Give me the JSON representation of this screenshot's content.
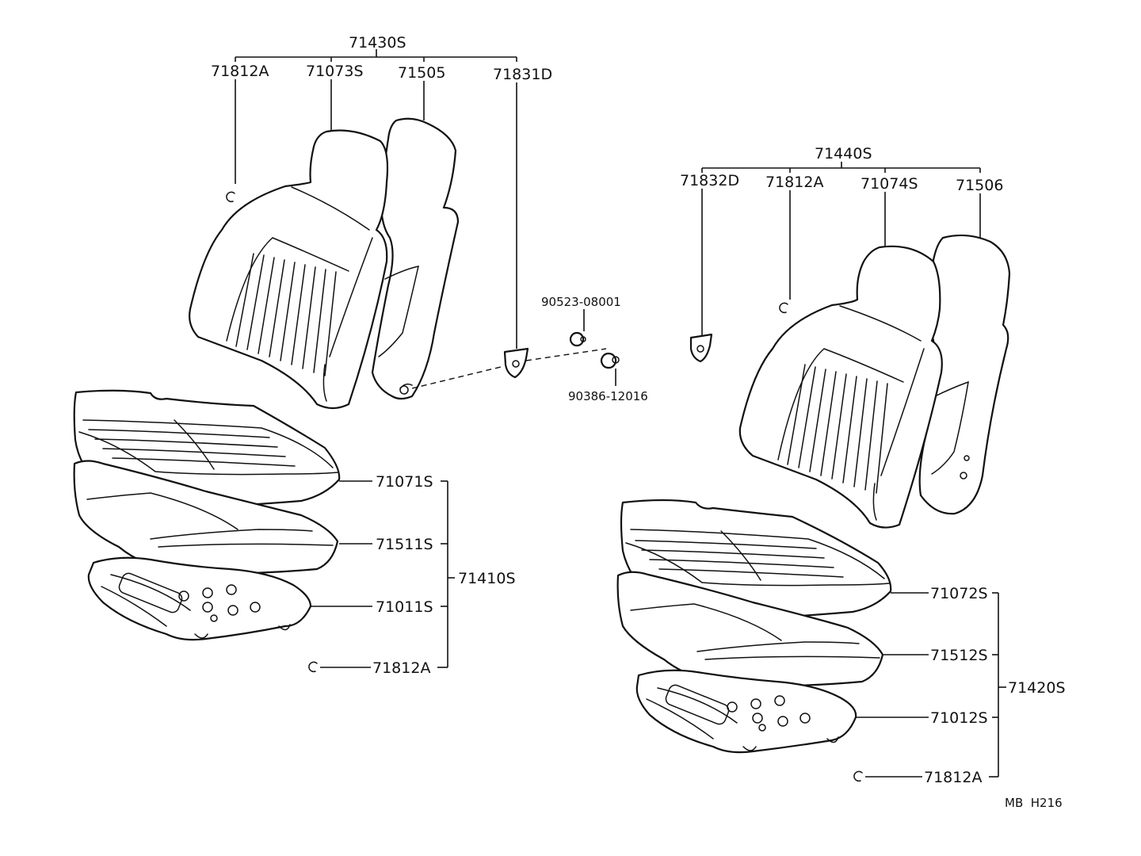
{
  "left_assembly": {
    "back_group": {
      "assembly": "71430S",
      "parts": [
        "71812A",
        "71073S",
        "71505",
        "71831D"
      ]
    },
    "cushion_group": {
      "assembly": "71410S",
      "parts": [
        "71071S",
        "71511S",
        "71011S",
        "71812A"
      ]
    }
  },
  "right_assembly": {
    "back_group": {
      "assembly": "71440S",
      "parts": [
        "71832D",
        "71812A",
        "71074S",
        "71506"
      ]
    },
    "cushion_group": {
      "assembly": "71420S",
      "parts": [
        "71072S",
        "71512S",
        "71012S",
        "71812A"
      ]
    }
  },
  "hardware": {
    "nut": "90523-08001",
    "bushing": "90386-12016"
  },
  "diagram_id": "MB  H216"
}
